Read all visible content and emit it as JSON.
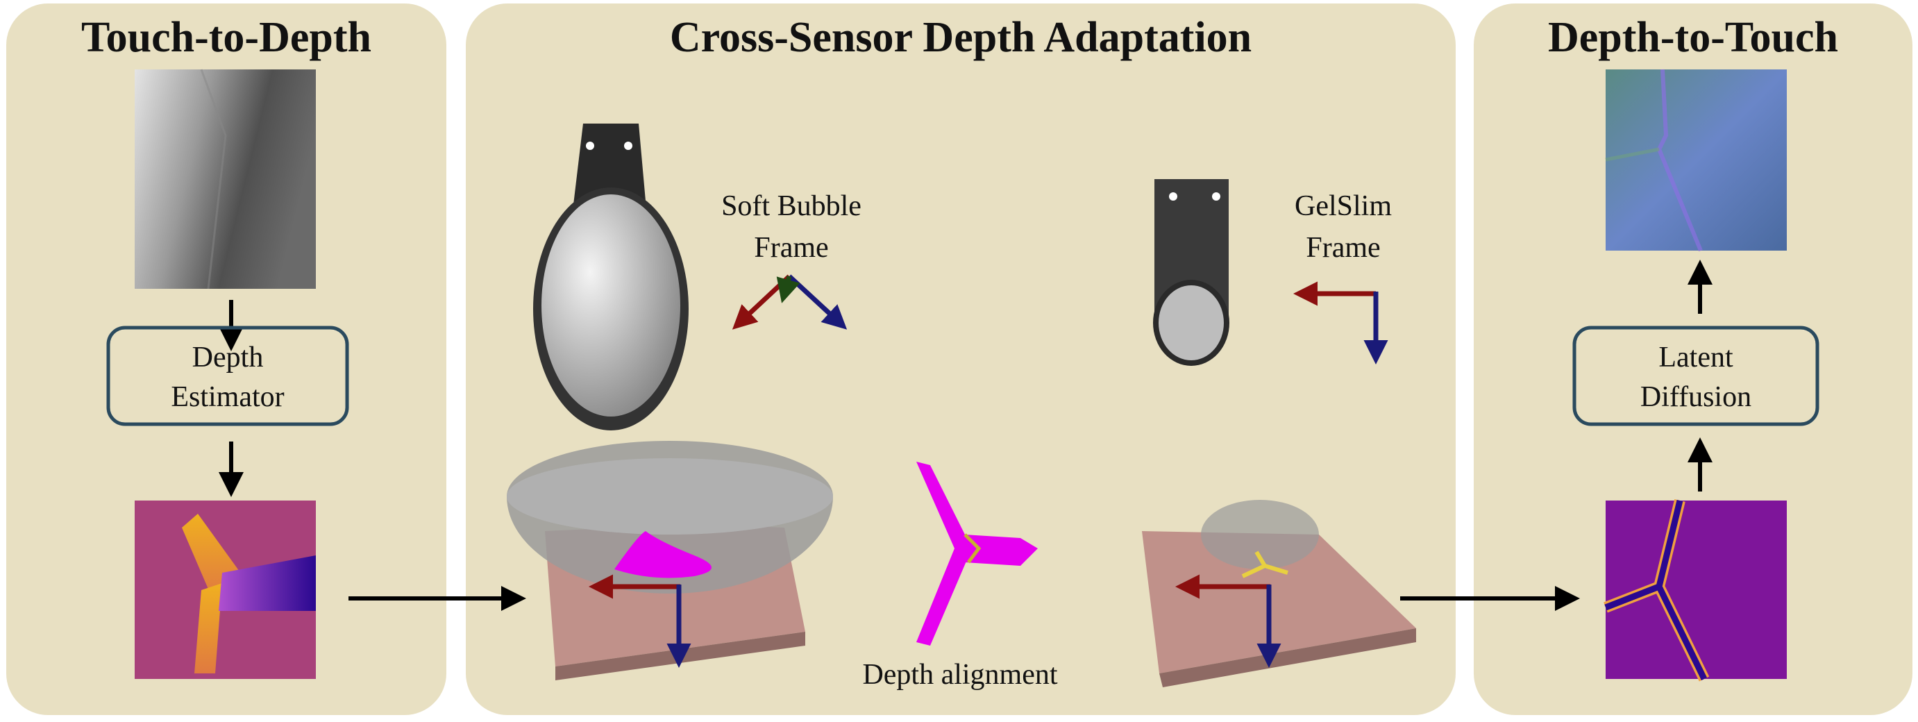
{
  "panels": {
    "left": {
      "title": "Touch-to-Depth",
      "box_line1": "Depth",
      "box_line2": "Estimator"
    },
    "middle": {
      "title": "Cross-Sensor Depth Adaptation",
      "bubble_label_line1": "Soft Bubble",
      "bubble_label_line2": "Frame",
      "gelslim_label_line1": "GelSlim",
      "gelslim_label_line2": "Frame",
      "alignment_label": "Depth alignment"
    },
    "right": {
      "title": "Depth-to-Touch",
      "box_line1": "Latent",
      "box_line2": "Diffusion"
    }
  },
  "colors": {
    "panel_bg": "#e8e0c2",
    "box_border": "#2a4a5e",
    "axis_red": "#8b0f0f",
    "axis_blue": "#1a1a78",
    "axis_green": "#1f4a14",
    "magenta": "#e600f0",
    "depth_bg": "#a8417a",
    "touch_depth_bg": "#7e159a"
  }
}
